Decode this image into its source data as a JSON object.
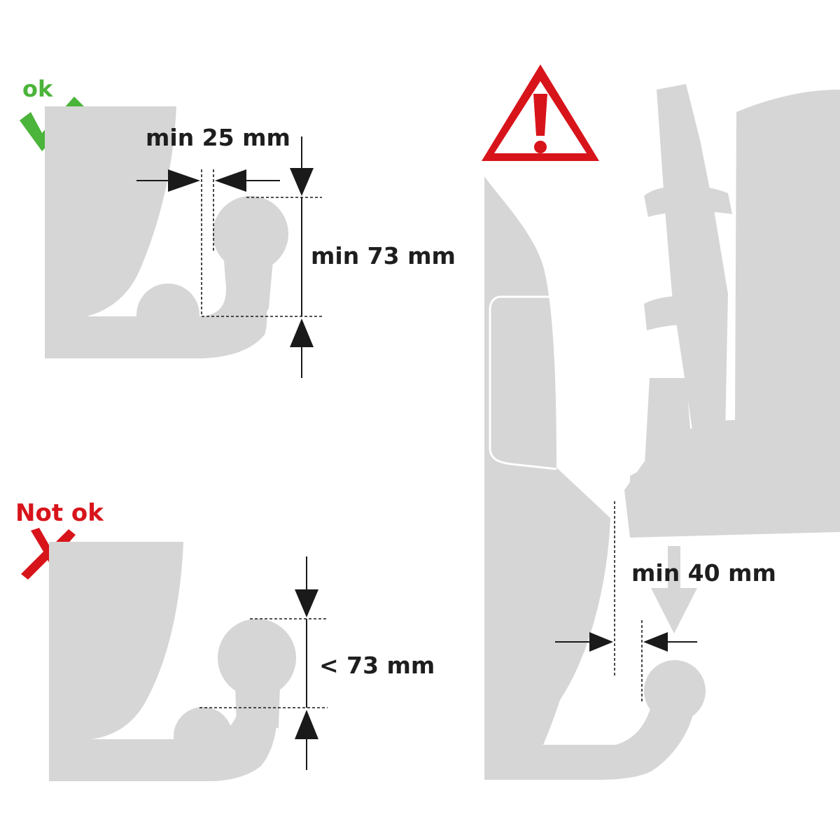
{
  "panels": {
    "ok": {
      "status_label": "ok",
      "status_color": "#4bb43a",
      "status_icon": "check-mark-icon",
      "horizontal_dimension": "min 25 mm",
      "vertical_dimension": "min 73 mm"
    },
    "not_ok": {
      "status_label": "Not ok",
      "status_color": "#d8141b",
      "status_icon": "cross-mark-icon",
      "vertical_dimension": "< 73 mm"
    },
    "warning": {
      "icon": "warning-triangle-icon",
      "icon_color": "#d8141b",
      "clearance_dimension": "min 40 mm"
    }
  },
  "colors": {
    "silhouette": "#d6d6d6",
    "ink": "#1a1a1a"
  }
}
